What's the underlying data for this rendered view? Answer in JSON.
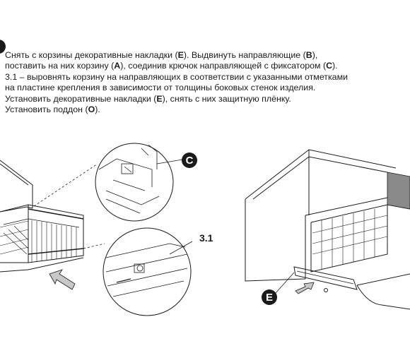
{
  "instructions": {
    "line1": {
      "pre": "Снять с корзины декоративные накладки (",
      "k1": "E",
      "mid": "). Выдвинуть направляющие (",
      "k2": "B",
      "post": "),"
    },
    "line2": {
      "pre": "поставить на них корзину (",
      "k1": "A",
      "mid": "), соединив крючок направляющей с фиксатором (",
      "k2": "C",
      "post": ")."
    },
    "line3": "3.1 – выровнять корзину на направляющих в соответствии с указанными отметками",
    "line4": "на пластине крепления в зависимости от толщины боковых стенок изделия.",
    "line5": {
      "pre": "Установить декоративные накладки (",
      "k1": "E",
      "post": "), снять с них защитную плёнку."
    },
    "line6": {
      "pre": "Установить поддон (",
      "k1": "O",
      "post": ")."
    }
  },
  "labels": {
    "c_label": "C",
    "detail_label": "3.1",
    "e_label": "E"
  },
  "icons": {
    "step_marker": "black-circle",
    "insert_arrow": "push-arrow"
  },
  "colors": {
    "ink": "#1a1a1a",
    "panel_gray": "#8a8a8a",
    "arrow_gray": "#c8c8c8",
    "label_fill": "#1a1a1a"
  }
}
